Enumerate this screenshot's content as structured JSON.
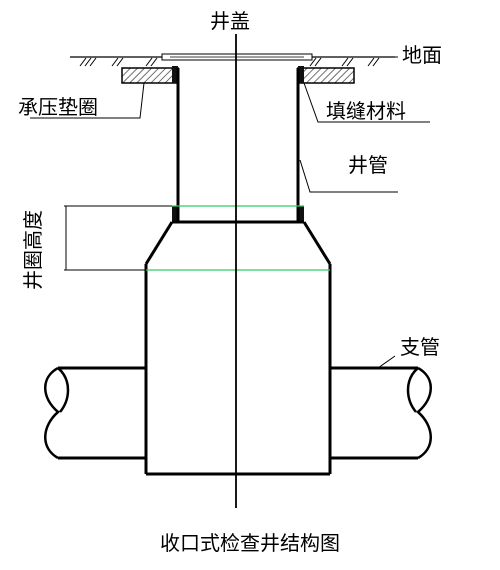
{
  "labels": {
    "cover": "井盖",
    "ground": "地面",
    "pressure_ring": "承压垫圈",
    "filler": "填缝材料",
    "riser_pipe": "井管",
    "ring_height": "井圈高度",
    "branch_pipe": "支管",
    "caption": "收口式检查井结构图"
  },
  "colors": {
    "line": "#000000",
    "hatch": "#333333",
    "seam": "#33cc66"
  }
}
